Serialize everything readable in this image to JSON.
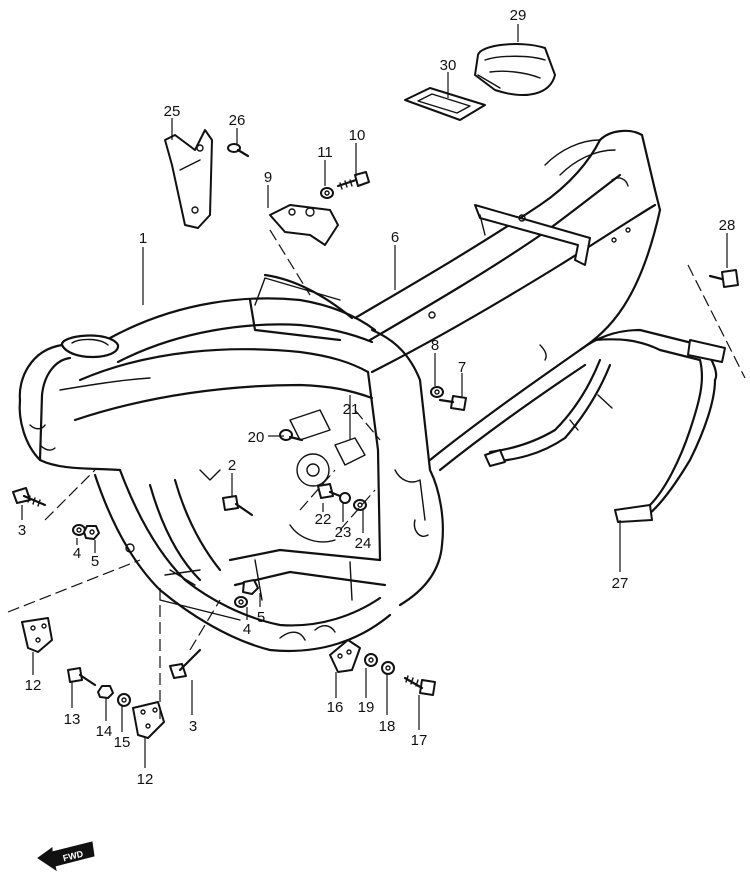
{
  "callouts": {
    "p1": "1",
    "p2": "2",
    "p3a": "3",
    "p3b": "3",
    "p4a": "4",
    "p4b": "4",
    "p5a": "5",
    "p5b": "5",
    "p6": "6",
    "p7": "7",
    "p8": "8",
    "p9": "9",
    "p10": "10",
    "p11": "11",
    "p12a": "12",
    "p12b": "12",
    "p13": "13",
    "p14": "14",
    "p15": "15",
    "p16": "16",
    "p17": "17",
    "p18": "18",
    "p19": "19",
    "p20": "20",
    "p21": "21",
    "p22": "22",
    "p23": "23",
    "p24": "24",
    "p25": "25",
    "p26": "26",
    "p27": "27",
    "p28": "28",
    "p29": "29",
    "p30": "30"
  },
  "direction_marker": {
    "label": "FWD",
    "icon": "forward-arrow-icon"
  },
  "colors": {
    "line": "#111111",
    "background": "#ffffff"
  }
}
